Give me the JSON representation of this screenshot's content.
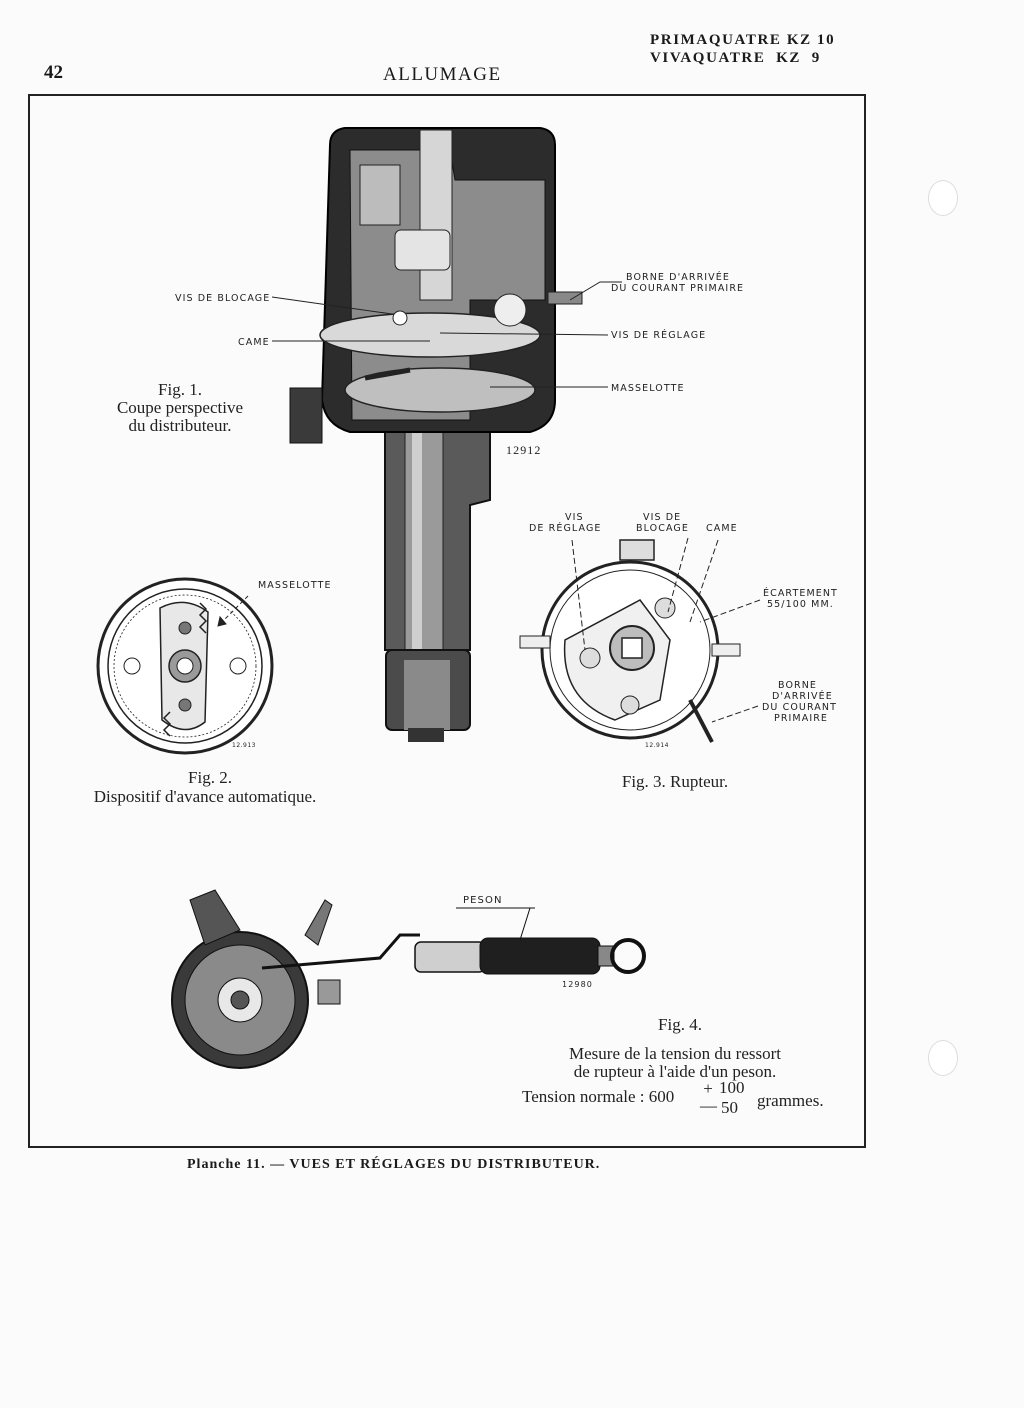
{
  "header": {
    "page_number": "42",
    "section_title": "ALLUMAGE",
    "model_line_1": "PRIMAQUATRE KZ 10",
    "model_line_2": "VIVAQUATRE  KZ  9"
  },
  "fig1": {
    "caption_line_1": "Fig. 1.",
    "caption_line_2": "Coupe perspective",
    "caption_line_3": "du distributeur.",
    "ref_number": "12912",
    "labels": {
      "vis_de_blocage": "VIS DE BLOCAGE",
      "came": "CAME",
      "borne_line_1": "BORNE D'ARRIVÉE",
      "borne_line_2": "DU COURANT PRIMAIRE",
      "vis_de_reglage": "VIS DE RÉGLAGE",
      "masselotte": "MASSELOTTE"
    }
  },
  "fig2": {
    "caption_line_1": "Fig. 2.",
    "caption_line_2": "Dispositif d'avance automatique.",
    "label_masselotte": "MASSELOTTE",
    "ref_number": "12.913"
  },
  "fig3": {
    "caption": "Fig. 3. Rupteur.",
    "ref_number": "12.914",
    "labels": {
      "vis_line_1": "VIS",
      "vis_line_2": "DE RÉGLAGE",
      "blocage_line_1": "VIS DE",
      "blocage_line_2": "BLOCAGE",
      "came": "CAME",
      "ecartement_line_1": "ÉCARTEMENT",
      "ecartement_line_2": "55/100 MM.",
      "borne_line_1": "BORNE",
      "borne_line_2": "D'ARRIVÉE",
      "borne_line_3": "DU COURANT",
      "borne_line_4": "PRIMAIRE"
    }
  },
  "fig4": {
    "label_peson": "PESON",
    "ref_number": "12980",
    "caption_line_1": "Fig. 4.",
    "caption_line_2": "Mesure de la tension du ressort",
    "caption_line_3": "de rupteur à l'aide d'un peson.",
    "tension_prefix": "Tension normale : 600",
    "tension_plus": "+",
    "tension_minus": "—",
    "tension_upper": "100",
    "tension_lower": "50",
    "tension_unit": "grammes."
  },
  "footer": {
    "planche_title": "Planche 11. — VUES ET RÉGLAGES DU DISTRIBUTEUR."
  }
}
